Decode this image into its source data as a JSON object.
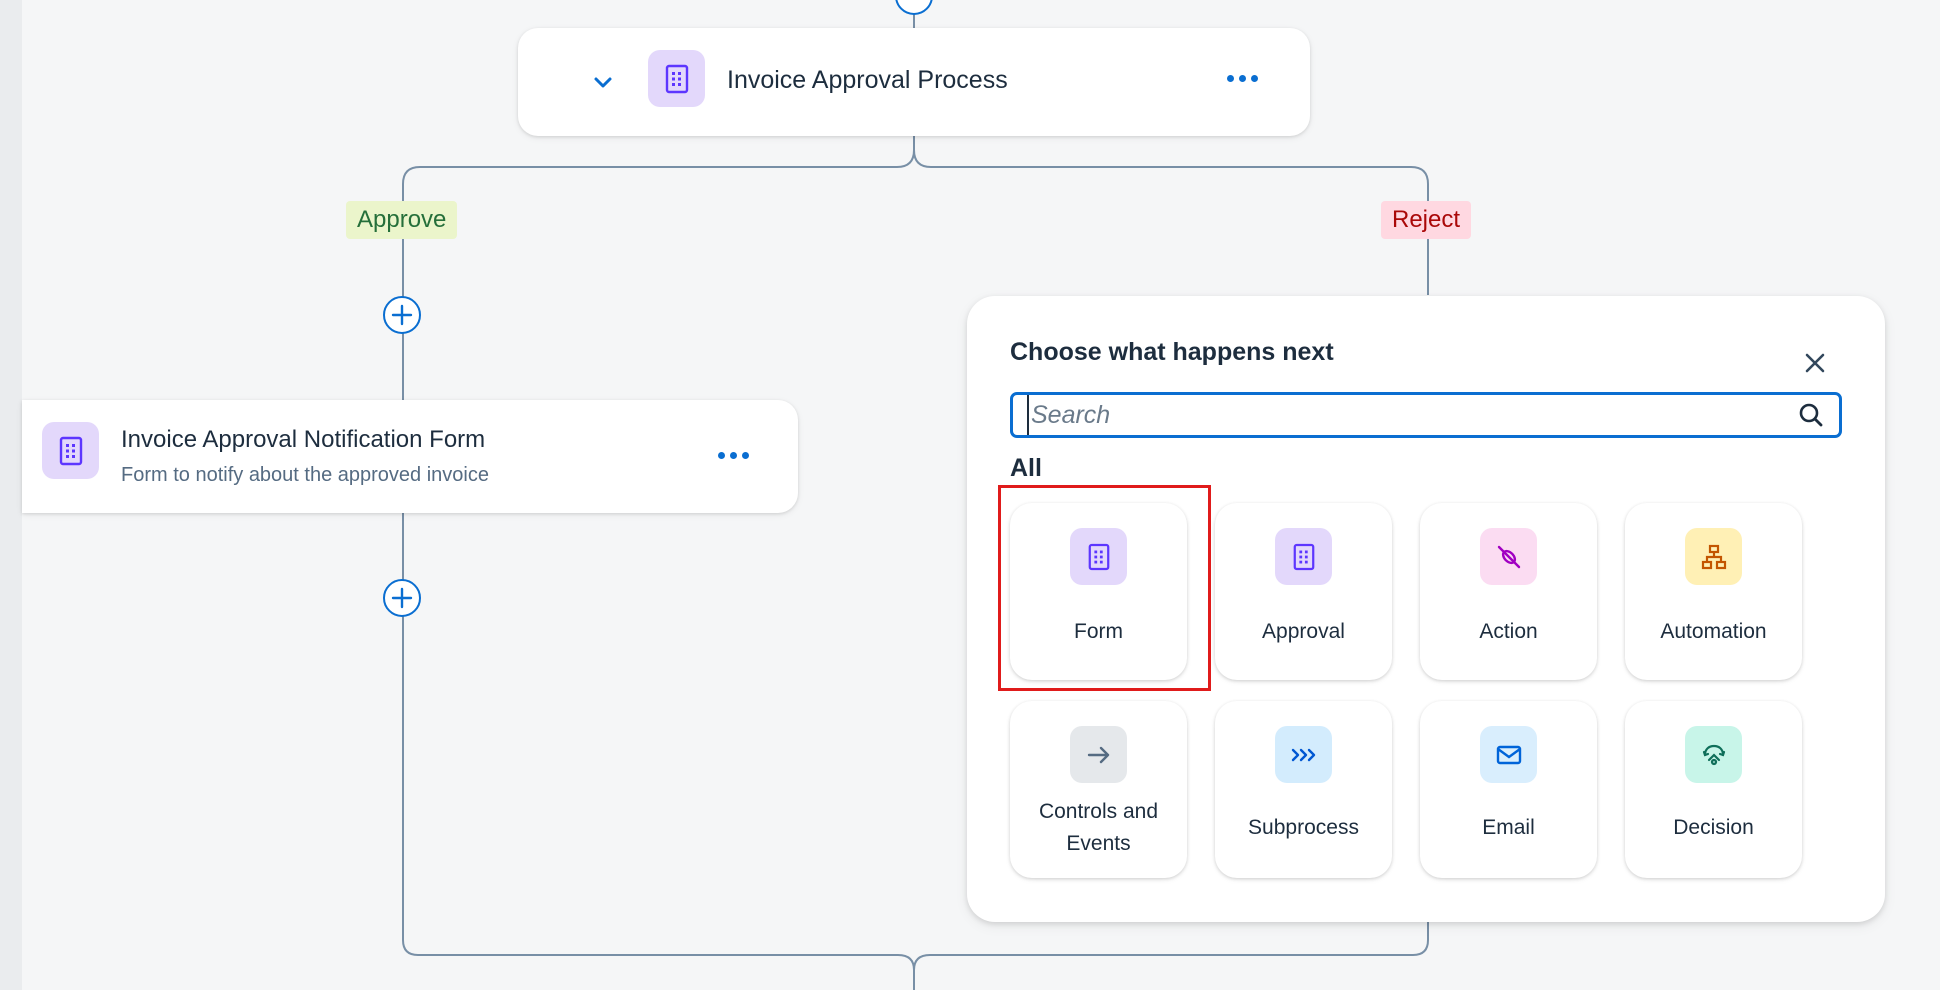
{
  "top_node": {
    "title": "Invoice Approval Process",
    "icon": "form-icon",
    "expand_icon": "chevron-down-icon",
    "menu_icon": "more-icon"
  },
  "branches": {
    "approve_label": "Approve",
    "reject_label": "Reject"
  },
  "notification_node": {
    "title": "Invoice Approval Notification Form",
    "subtitle": "Form to notify about the approved invoice",
    "icon": "form-icon",
    "menu_icon": "more-icon"
  },
  "panel": {
    "title": "Choose what happens next",
    "close_icon": "close-icon",
    "search": {
      "placeholder": "Search",
      "value": "",
      "icon": "search-icon"
    },
    "section_label": "All",
    "tiles": [
      {
        "label": "Form",
        "icon": "form-icon"
      },
      {
        "label": "Approval",
        "icon": "approval-icon"
      },
      {
        "label": "Action",
        "icon": "action-icon"
      },
      {
        "label": "Automation",
        "icon": "automation-icon"
      },
      {
        "label": "Controls and Events",
        "label_line1": "Controls and",
        "label_line2": "Events",
        "icon": "arrow-right-icon"
      },
      {
        "label": "Subprocess",
        "icon": "subprocess-icon"
      },
      {
        "label": "Email",
        "icon": "email-icon"
      },
      {
        "label": "Decision",
        "icon": "decision-icon"
      }
    ]
  },
  "colors": {
    "accent": "#0a6ed1",
    "approve_bg": "#ebf5cb",
    "approve_text": "#256f3a",
    "reject_bg": "#ffd8e1",
    "reject_text": "#aa0808",
    "highlight": "#e01b1b"
  }
}
